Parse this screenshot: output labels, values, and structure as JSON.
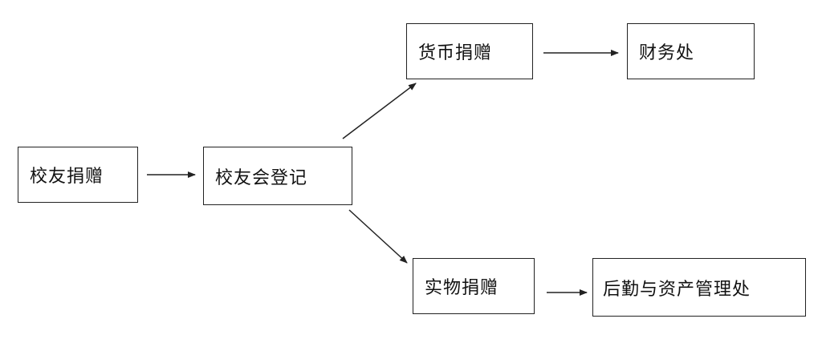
{
  "nodes": {
    "alumni_donation": "校友捐赠",
    "alumni_association_registration": "校友会登记",
    "monetary_donation": "货币捐赠",
    "finance_office": "财务处",
    "in_kind_donation": "实物捐赠",
    "logistics_assets_office": "后勤与资产管理处"
  },
  "edges": [
    {
      "from": "alumni_donation",
      "to": "alumni_association_registration"
    },
    {
      "from": "alumni_association_registration",
      "to": "monetary_donation"
    },
    {
      "from": "alumni_association_registration",
      "to": "in_kind_donation"
    },
    {
      "from": "monetary_donation",
      "to": "finance_office"
    },
    {
      "from": "in_kind_donation",
      "to": "logistics_assets_office"
    }
  ],
  "colors": {
    "stroke": "#222222",
    "text": "#111111",
    "background": "#ffffff"
  }
}
